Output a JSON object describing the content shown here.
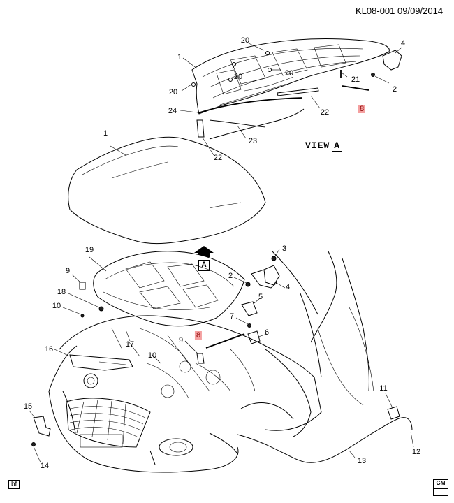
{
  "header": {
    "doc_id": "KL08-001  09/09/2014"
  },
  "view": {
    "label": "VIEW",
    "ref": "A"
  },
  "arrow_ref": "A",
  "corner_tag": "bf",
  "brand": "GM",
  "callouts": [
    {
      "id": "c-20a",
      "text": "20"
    },
    {
      "id": "c-1a",
      "text": "1"
    },
    {
      "id": "c-4a",
      "text": "4"
    },
    {
      "id": "c-20b",
      "text": "20"
    },
    {
      "id": "c-20c",
      "text": "20"
    },
    {
      "id": "c-21",
      "text": "21"
    },
    {
      "id": "c-2a",
      "text": "2"
    },
    {
      "id": "c-20d",
      "text": "20"
    },
    {
      "id": "c-8a",
      "text": "8"
    },
    {
      "id": "c-22a",
      "text": "22"
    },
    {
      "id": "c-24",
      "text": "24"
    },
    {
      "id": "c-23",
      "text": "23"
    },
    {
      "id": "c-22b",
      "text": "22"
    },
    {
      "id": "c-1b",
      "text": "1"
    },
    {
      "id": "c-3",
      "text": "3"
    },
    {
      "id": "c-19",
      "text": "19"
    },
    {
      "id": "c-9a",
      "text": "9"
    },
    {
      "id": "c-2b",
      "text": "2"
    },
    {
      "id": "c-4b",
      "text": "4"
    },
    {
      "id": "c-18",
      "text": "18"
    },
    {
      "id": "c-5",
      "text": "5"
    },
    {
      "id": "c-10a",
      "text": "10"
    },
    {
      "id": "c-7",
      "text": "7"
    },
    {
      "id": "c-6",
      "text": "6"
    },
    {
      "id": "c-8b",
      "text": "8"
    },
    {
      "id": "c-9b",
      "text": "9"
    },
    {
      "id": "c-17",
      "text": "17"
    },
    {
      "id": "c-16",
      "text": "16"
    },
    {
      "id": "c-10b",
      "text": "10"
    },
    {
      "id": "c-11",
      "text": "11"
    },
    {
      "id": "c-15",
      "text": "15"
    },
    {
      "id": "c-12",
      "text": "12"
    },
    {
      "id": "c-13",
      "text": "13"
    },
    {
      "id": "c-14",
      "text": "14"
    }
  ]
}
